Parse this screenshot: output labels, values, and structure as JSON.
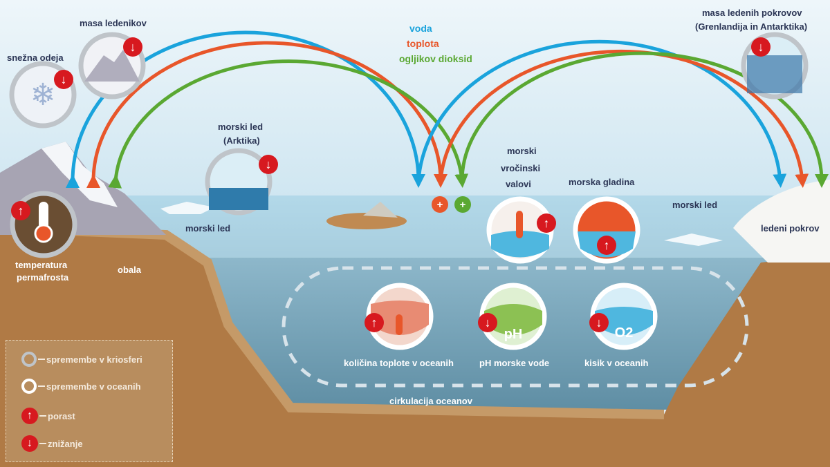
{
  "title_legend": {
    "water": "voda",
    "heat": "toplota",
    "co2": "ogljikov dioksid"
  },
  "colors": {
    "water": "#1aa3dc",
    "heat": "#e8562a",
    "co2": "#5aa832",
    "increase": "#d7191f",
    "cryo_ring": "#bfc4c9",
    "ocean_ring": "#ffffff",
    "land": "#b07a45",
    "ocean": "#8fb8cc"
  },
  "labels": {
    "snow": "snežna odeja",
    "glacier": "masa ledenikov",
    "sea_ice_arctic_1": "morski led",
    "sea_ice_arctic_2": "(Arktika)",
    "ice_sheet_1": "masa ledenih pokrovov",
    "ice_sheet_2": "(Grenlandija in Antarktika)",
    "permafrost_1": "temperatura",
    "permafrost_2": "permafrosta",
    "coast": "obala",
    "sea_ice_left": "morski led",
    "heatwaves_1": "morski",
    "heatwaves_2": "vročinski",
    "heatwaves_3": "valovi",
    "sea_level": "morska gladina",
    "sea_ice_right": "morski led",
    "ice_cover": "ledeni pokrov",
    "ocean_heat": "količina toplote v oceanih",
    "ph": "pH morske vode",
    "oxygen": "kisik v oceanih",
    "circulation": "cirkulacija oceanov",
    "ph_glyph": "pH",
    "o2_glyph": "O2"
  },
  "legend": [
    {
      "icon": "cryosphere-ring",
      "label": "spremembe v kriosferi"
    },
    {
      "icon": "ocean-ring",
      "label": "spremembe v oceanih"
    },
    {
      "icon": "arrow-up",
      "label": "porast"
    },
    {
      "icon": "arrow-down",
      "label": "znižanje"
    }
  ]
}
